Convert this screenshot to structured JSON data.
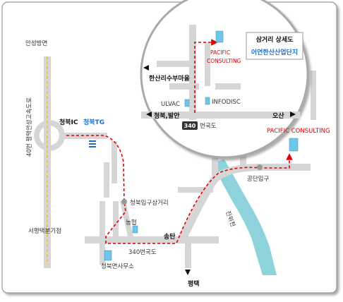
{
  "map": {
    "labels": {
      "ansung": "안성방면",
      "expressway": "40번 평택안성고속도로",
      "cheongbuk_ic": "청북IC",
      "cheongbuk_tg": "청북TG",
      "seopyeongtaek": "서평택분기점",
      "samgeori": "청북입구삼거리",
      "nonghyup": "농협",
      "route340": "340번국도",
      "office": "청북면사무소",
      "songtan": "송탄",
      "pyeongtaek": "평택",
      "gongdan": "공단입구",
      "river": "진위천",
      "pacific": "PACIFIC CONSULTING"
    },
    "inset": {
      "title_line1": "삼거리 상세도",
      "title_line2": "어연한산산업단지",
      "pacific_line1": "PACIFIC",
      "pacific_line2": "CONSULTING",
      "hansan": "한산리수부마을",
      "ulvac": "ULVAC",
      "infodisc": "INFODISC",
      "cheongbuk_balan": "청북,발안",
      "osan": "오산",
      "route_num": "340",
      "route_suffix": "번국도"
    },
    "colors": {
      "route": "#e00000",
      "road": "#cfcfcf",
      "river": "#8ed3dc",
      "building": "#6ec6e8",
      "title_blue": "#1f6fd0"
    }
  }
}
